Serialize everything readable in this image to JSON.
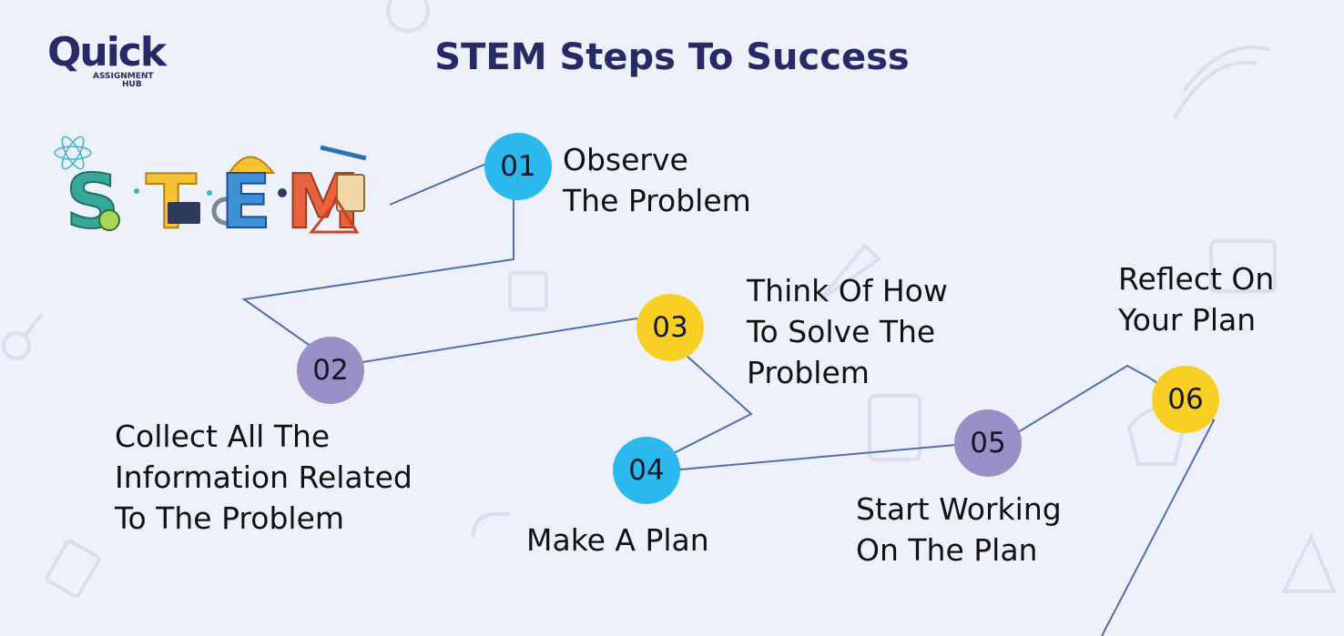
{
  "logo": {
    "word": "Quick",
    "line1": "ASSIGNMENT",
    "line2": "HUB"
  },
  "title": "STEM Steps To Success",
  "stem_art": {
    "letters": [
      "S",
      "T",
      "E",
      "M"
    ]
  },
  "colors": {
    "blue": "#2bb8ec",
    "purple": "#9a8fc6",
    "yellow": "#f9cf24",
    "navy": "#262a66",
    "path": "#4f6fb1"
  },
  "steps": [
    {
      "number": "01",
      "color": "blue",
      "label_lines": [
        "Observe",
        "The Problem"
      ]
    },
    {
      "number": "02",
      "color": "purple",
      "label_lines": [
        "Collect All The",
        "Information Related",
        "To The Problem"
      ]
    },
    {
      "number": "03",
      "color": "yellow",
      "label_lines": [
        "Think Of How",
        "To Solve The",
        "Problem"
      ]
    },
    {
      "number": "04",
      "color": "blue",
      "label_lines": [
        "Make A Plan"
      ]
    },
    {
      "number": "05",
      "color": "purple",
      "label_lines": [
        "Start Working",
        "On The Plan"
      ]
    },
    {
      "number": "06",
      "color": "yellow",
      "label_lines": [
        "Reflect On",
        "Your Plan"
      ]
    }
  ]
}
